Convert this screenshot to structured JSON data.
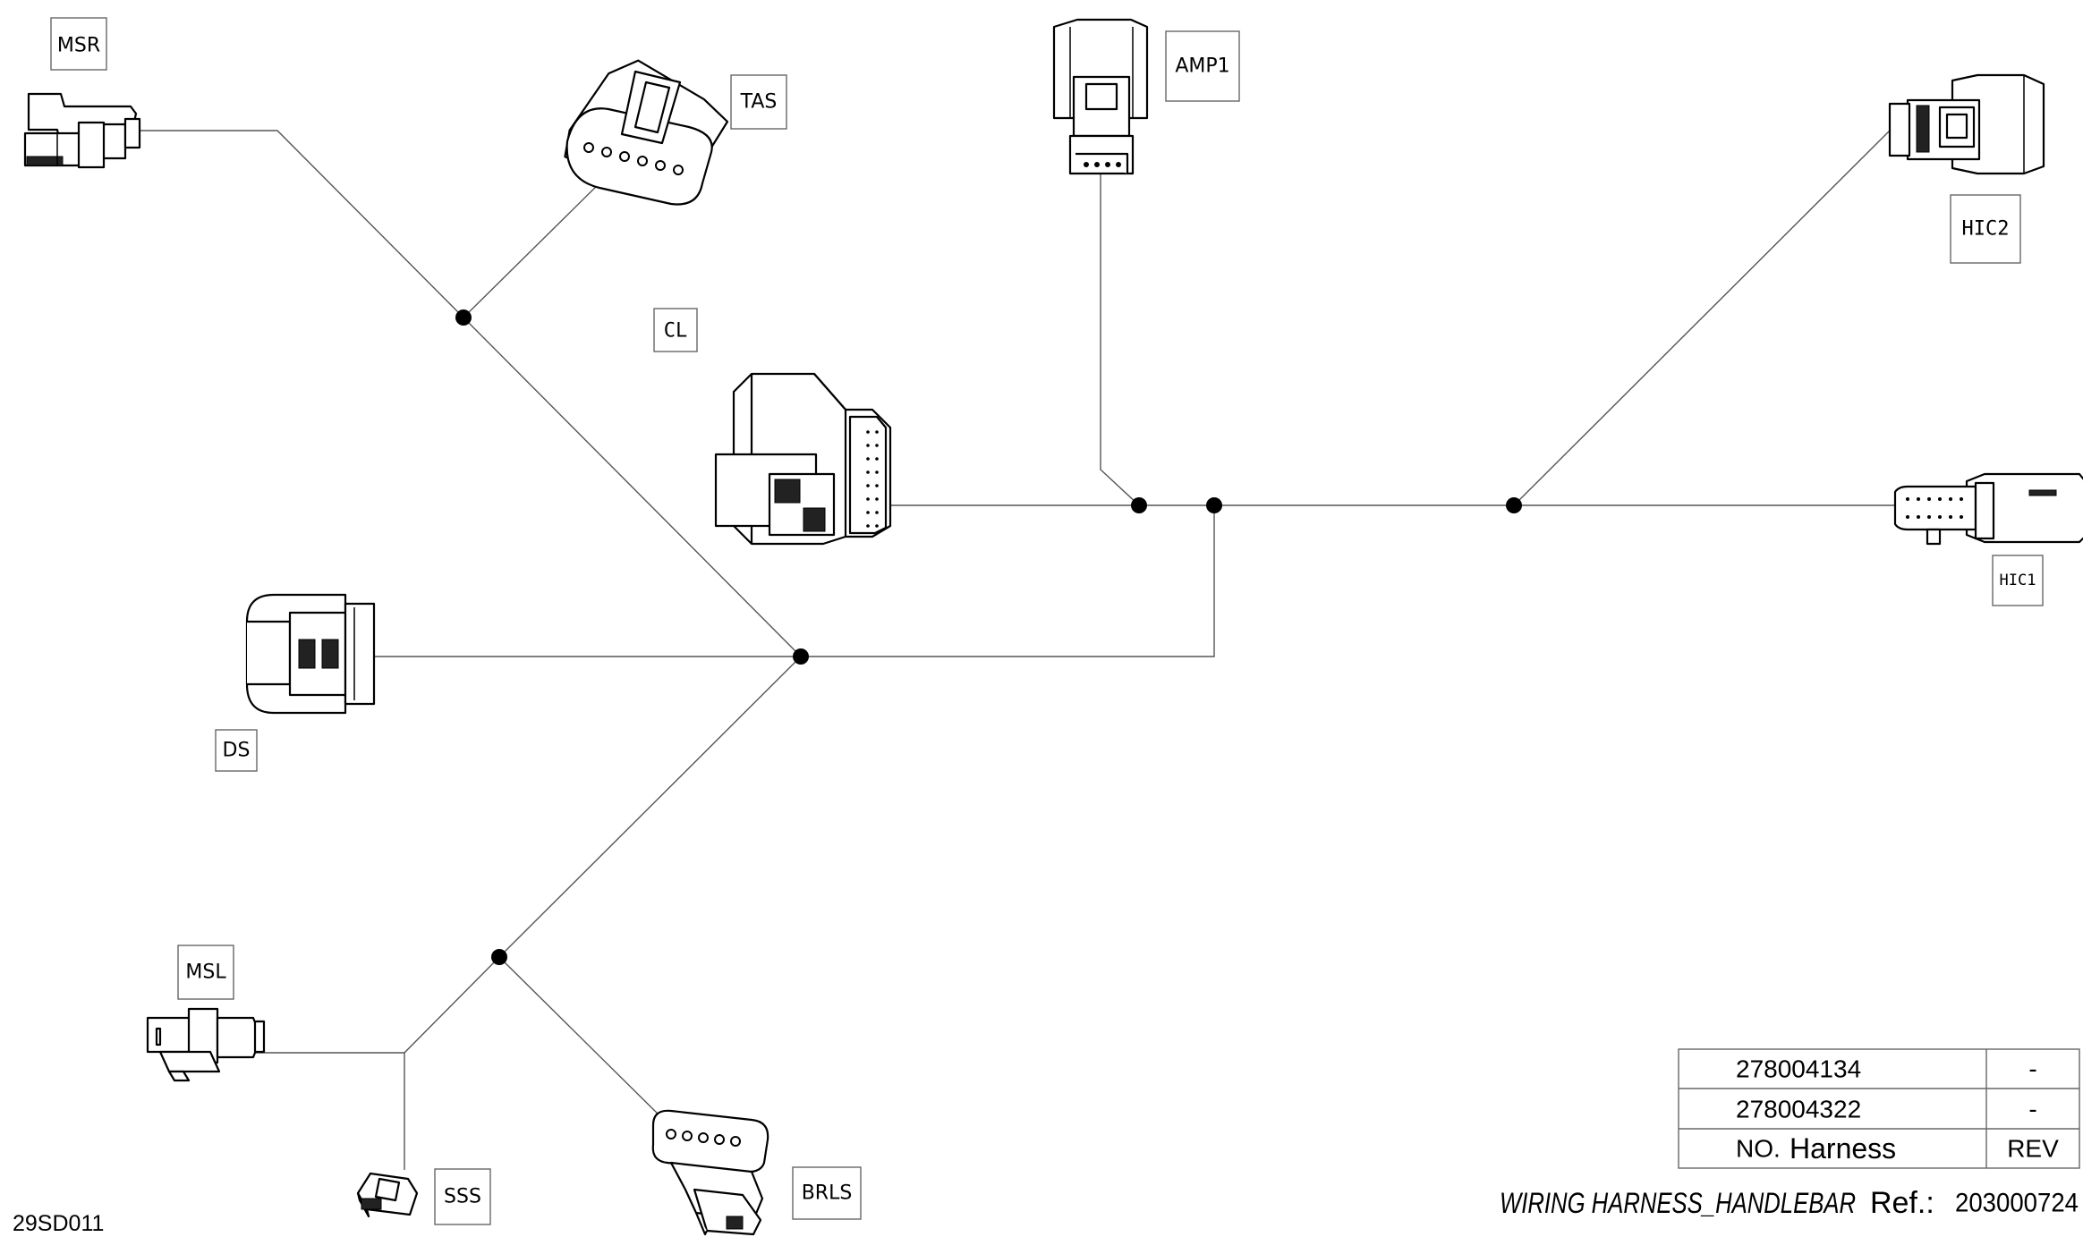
{
  "connectors": {
    "msr": "MSR",
    "tas": "TAS",
    "amp1": "AMP1",
    "hic2": "HIC2",
    "cl": "CL",
    "hic1": "HIC1",
    "ds": "DS",
    "msl": "MSL",
    "sss": "SSS",
    "brls": "BRLS"
  },
  "parts_table": {
    "rows": [
      {
        "number": "278004134",
        "rev": "-"
      },
      {
        "number": "278004322",
        "rev": "-"
      }
    ],
    "header": {
      "no": "NO.",
      "harness": "Harness",
      "rev": "REV"
    }
  },
  "title": "WIRING HARNESS_HANDLEBAR",
  "ref_label": "Ref.:",
  "ref_number": "203000724",
  "drawing_code": "29SD011"
}
